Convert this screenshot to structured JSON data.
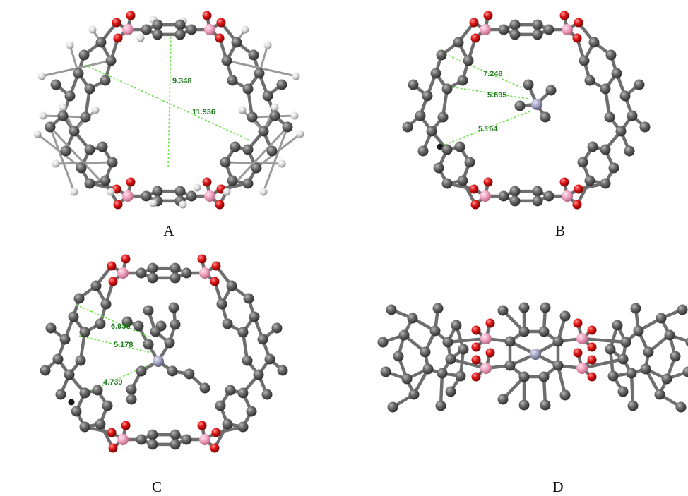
{
  "colors": {
    "carbon": "#5f5f5f",
    "oxygen": "#e01818",
    "boron": "#f2a8c4",
    "hydrogen": "#e8e8e8",
    "nitrogen": "#a8a8c8",
    "centroid": "#1a1a1a",
    "distance_line": "#6fe24f",
    "distance_text": "#1f7a1f"
  },
  "panels": [
    {
      "label": "A",
      "distances": [
        "9.348",
        "11.936"
      ]
    },
    {
      "label": "B",
      "distances": [
        "7.248",
        "5.695",
        "5.164"
      ]
    },
    {
      "label": "C",
      "distances": [
        "6.936",
        "5.178",
        "4.739"
      ]
    },
    {
      "label": "D",
      "distances": []
    }
  ]
}
